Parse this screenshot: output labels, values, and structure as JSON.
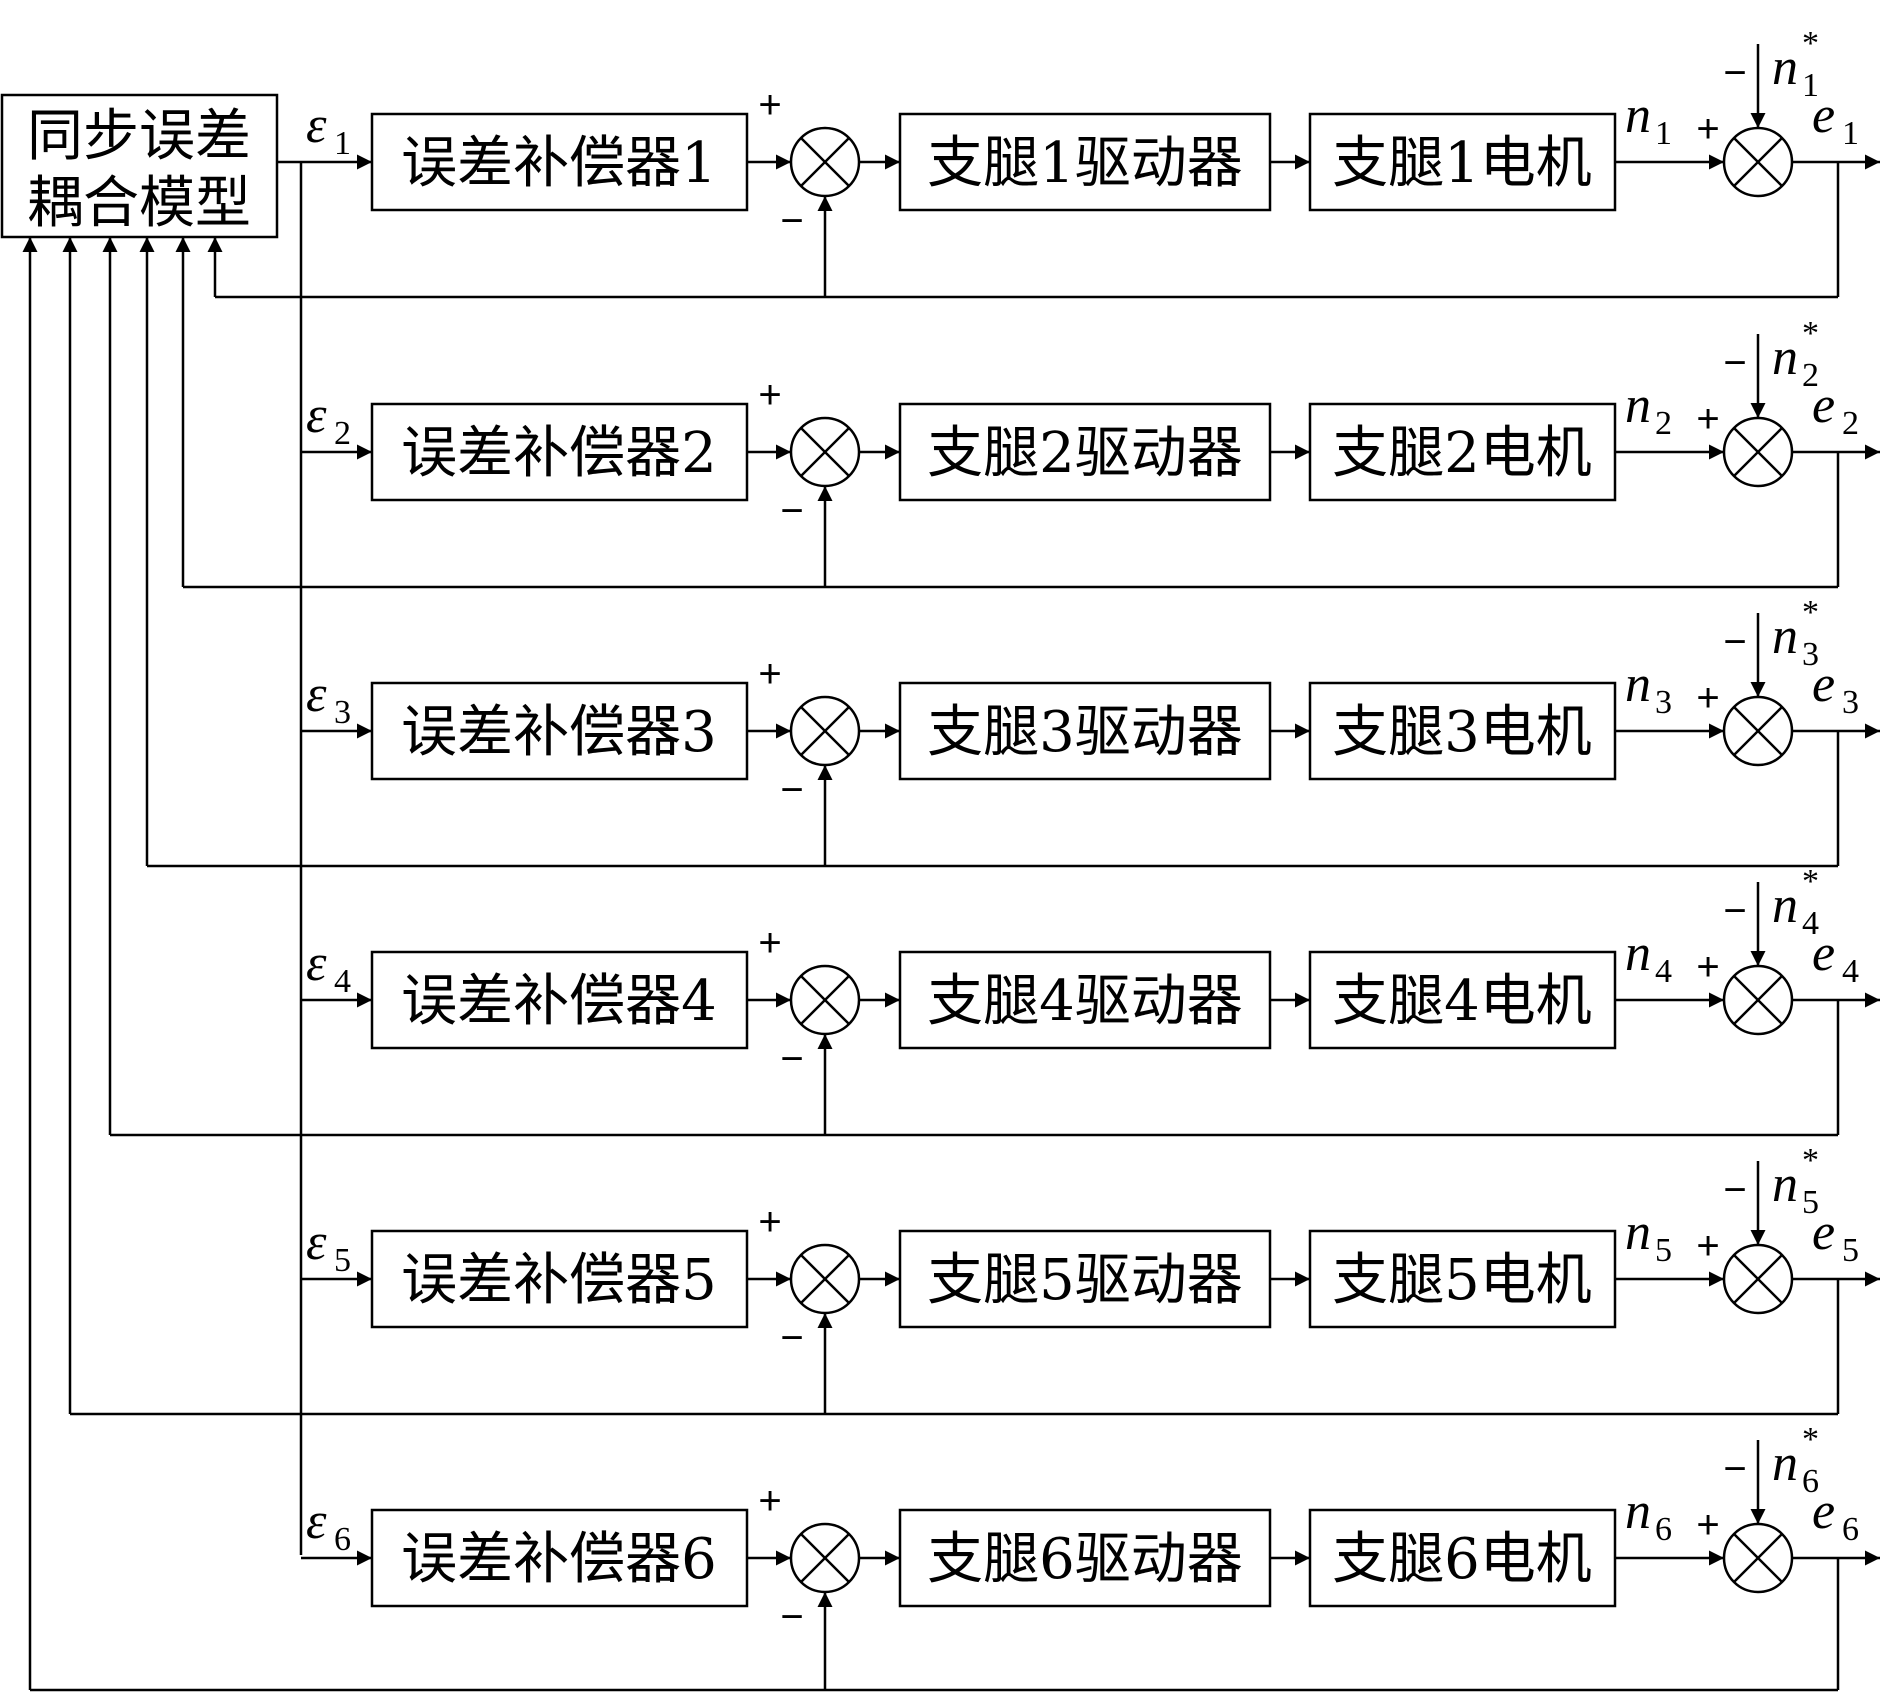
{
  "model": {
    "line1": "同步误差",
    "line2": "耦合模型"
  },
  "symbols": {
    "epsilon": "ε",
    "n": "n",
    "e": "e",
    "star": "*",
    "plus": "+",
    "minus": "−"
  },
  "rows": [
    {
      "index": "1",
      "compensator": "误差补偿器1",
      "driver": "支腿1驱动器",
      "motor": "支腿1电机"
    },
    {
      "index": "2",
      "compensator": "误差补偿器2",
      "driver": "支腿2驱动器",
      "motor": "支腿2电机"
    },
    {
      "index": "3",
      "compensator": "误差补偿器3",
      "driver": "支腿3驱动器",
      "motor": "支腿3电机"
    },
    {
      "index": "4",
      "compensator": "误差补偿器4",
      "driver": "支腿4驱动器",
      "motor": "支腿4电机"
    },
    {
      "index": "5",
      "compensator": "误差补偿器5",
      "driver": "支腿5驱动器",
      "motor": "支腿5电机"
    },
    {
      "index": "6",
      "compensator": "误差补偿器6",
      "driver": "支腿6驱动器",
      "motor": "支腿6电机"
    }
  ]
}
